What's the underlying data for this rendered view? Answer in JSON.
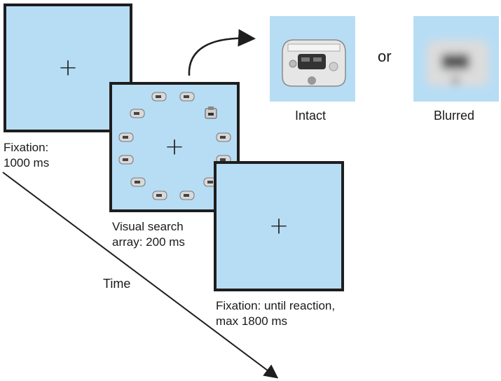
{
  "panels": {
    "fixation_start": {
      "symbol": "+",
      "label_line1": "Fixation:",
      "label_line2": "1000 ms"
    },
    "search_array": {
      "symbol": "+",
      "label_line1": "Visual search",
      "label_line2": "array: 200 ms"
    },
    "fixation_end": {
      "symbol": "+",
      "label_line1": "Fixation: until reaction,",
      "label_line2": "max 1800 ms"
    }
  },
  "examples": {
    "intact_label": "Intact",
    "or_label": "or",
    "blurred_label": "Blurred"
  },
  "time_axis_label": "Time",
  "colors": {
    "panel_fill": "#b7ddf5",
    "frame": "#1e1e1e",
    "object": "#d9d9d9"
  }
}
